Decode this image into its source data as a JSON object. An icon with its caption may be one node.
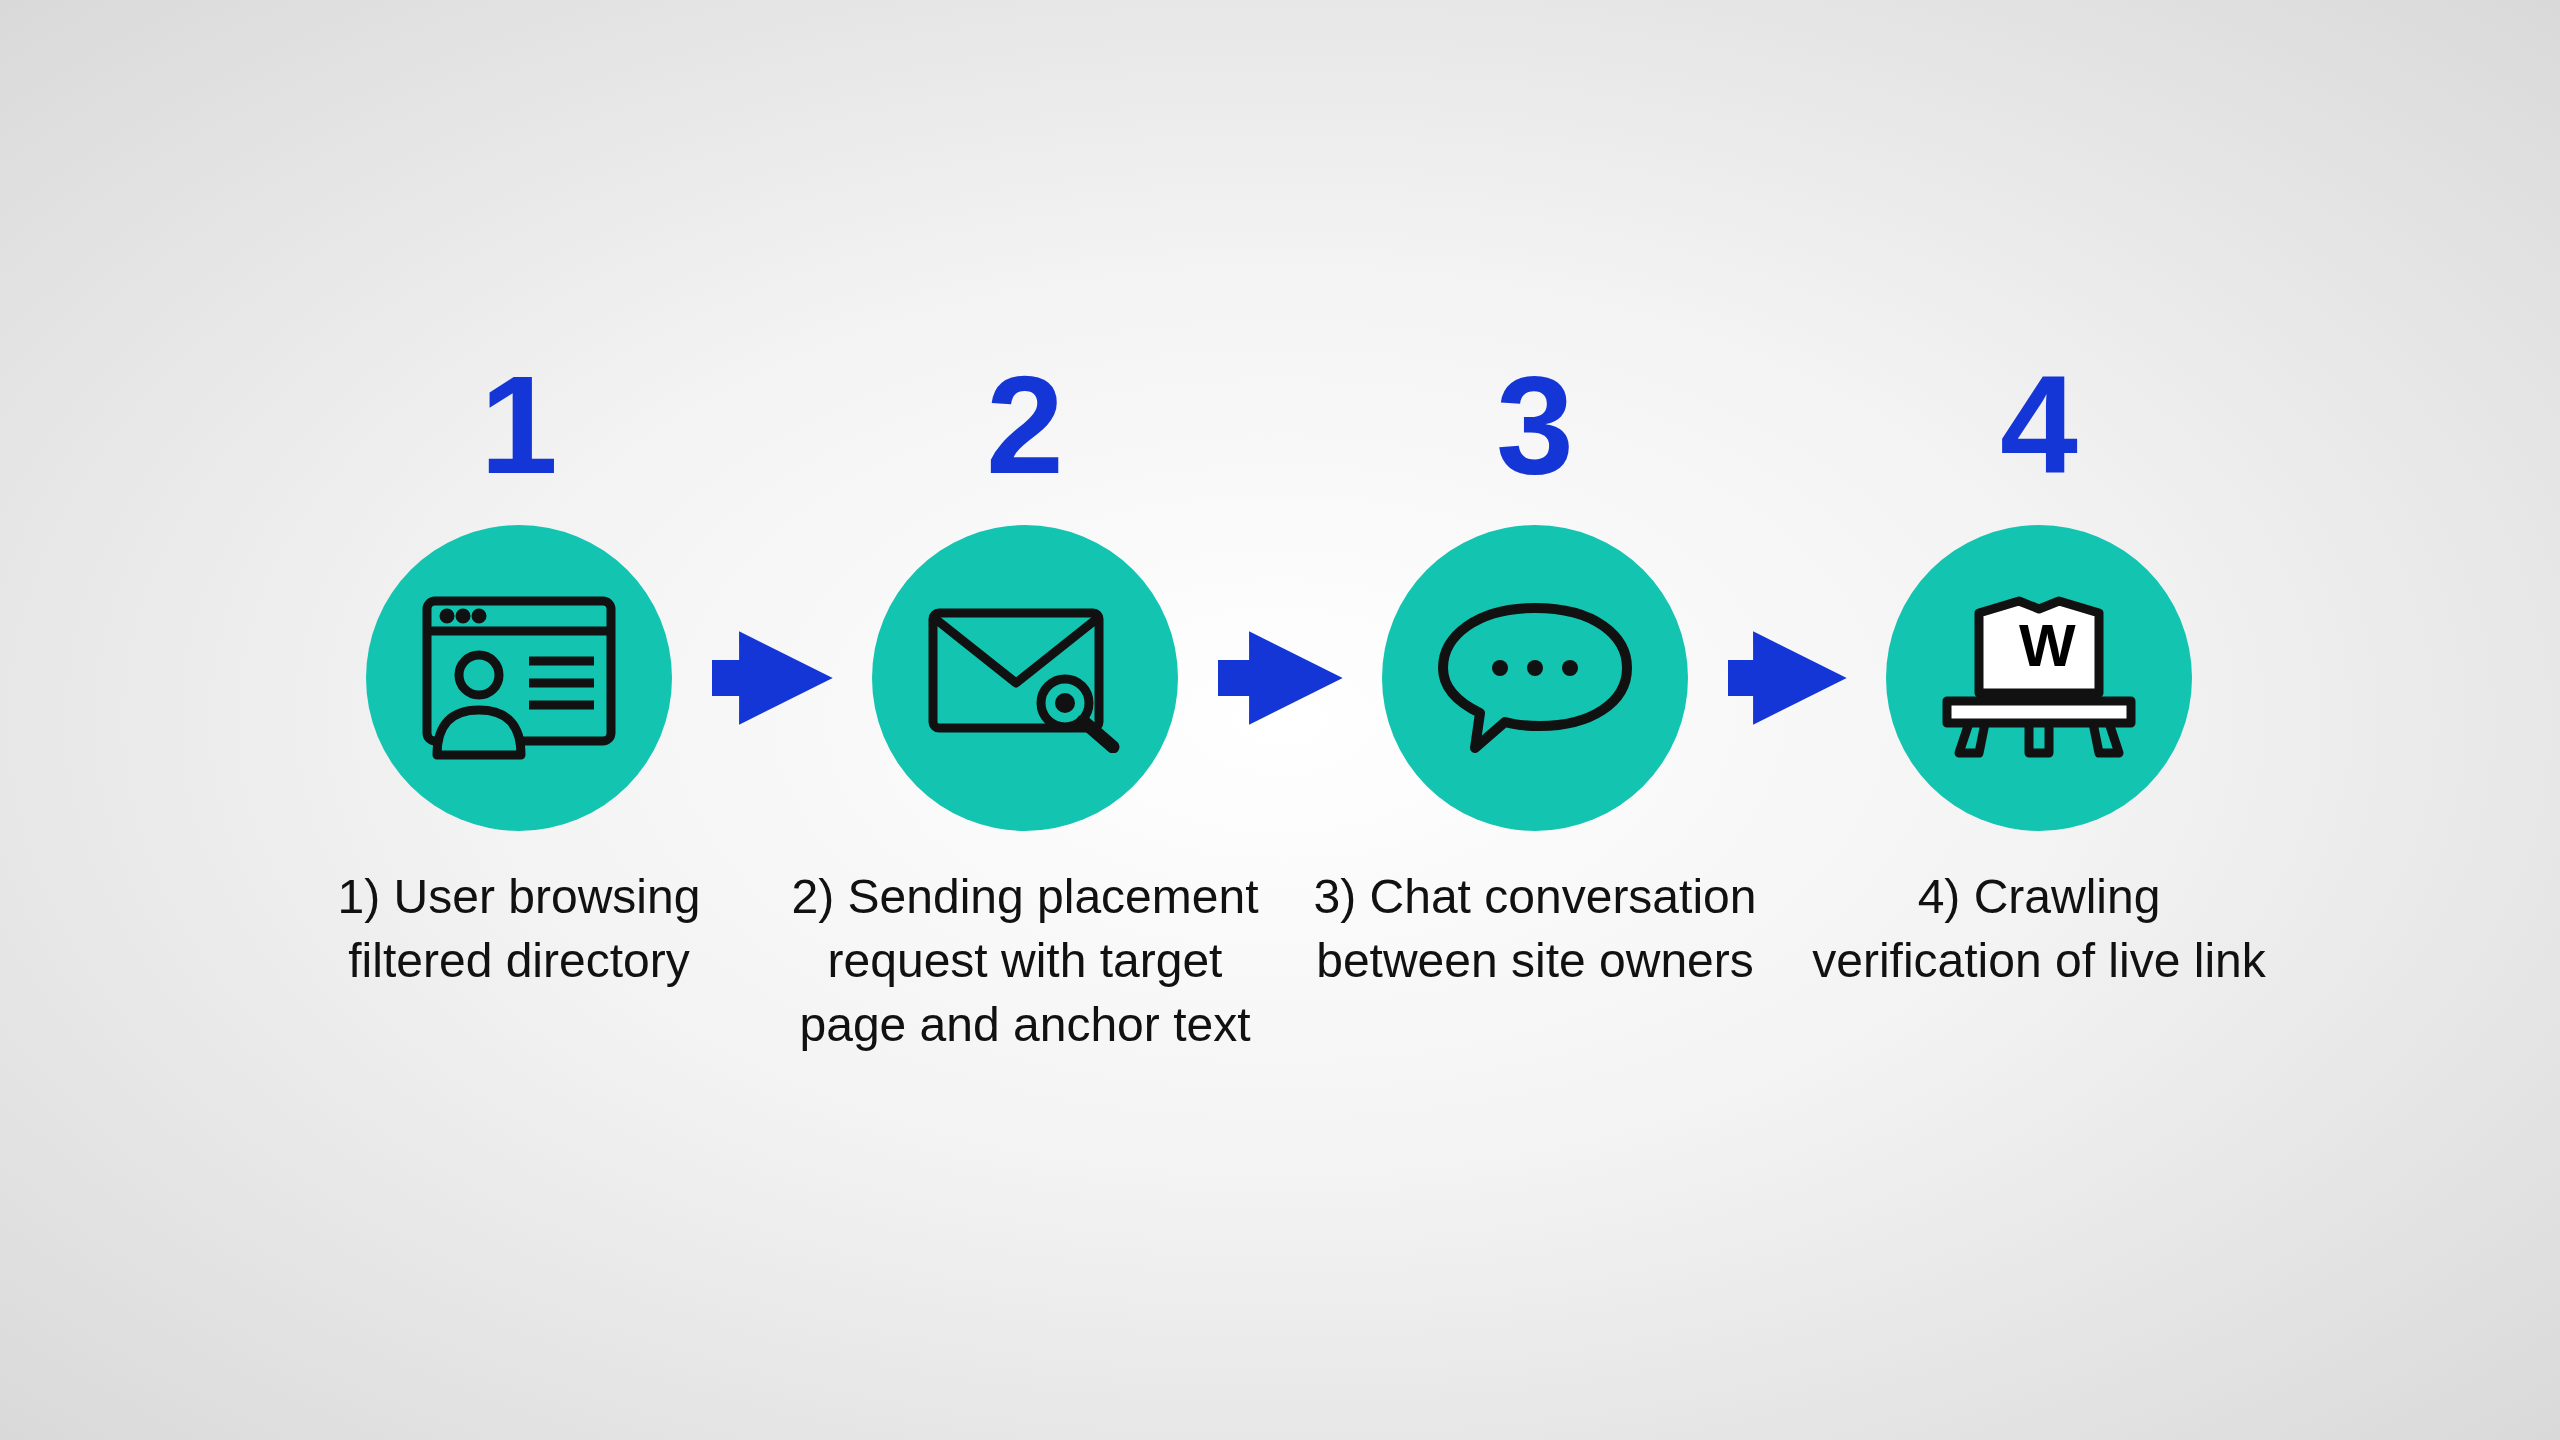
{
  "diagram": {
    "nodes": [
      {
        "text": [
          "1"
        ],
        "beside": [
          "1) User browsing filtered directory"
        ]
      },
      {
        "text": [
          "2"
        ],
        "beside": [
          "2) Sending placement request with target page and anchor text"
        ]
      },
      {
        "text": [
          "3"
        ],
        "beside": [
          "3) Chat conversation between site owners"
        ]
      },
      {
        "text": [
          "4"
        ],
        "beside": [
          "4) Crawling verification of live link"
        ]
      }
    ],
    "edges": [
      {
        "from": 0,
        "to": 1,
        "arrow": "to"
      },
      {
        "from": 1,
        "to": 2,
        "arrow": "to"
      },
      {
        "from": 2,
        "to": 3,
        "arrow": "to"
      }
    ],
    "labels": [
      "W"
    ]
  }
}
